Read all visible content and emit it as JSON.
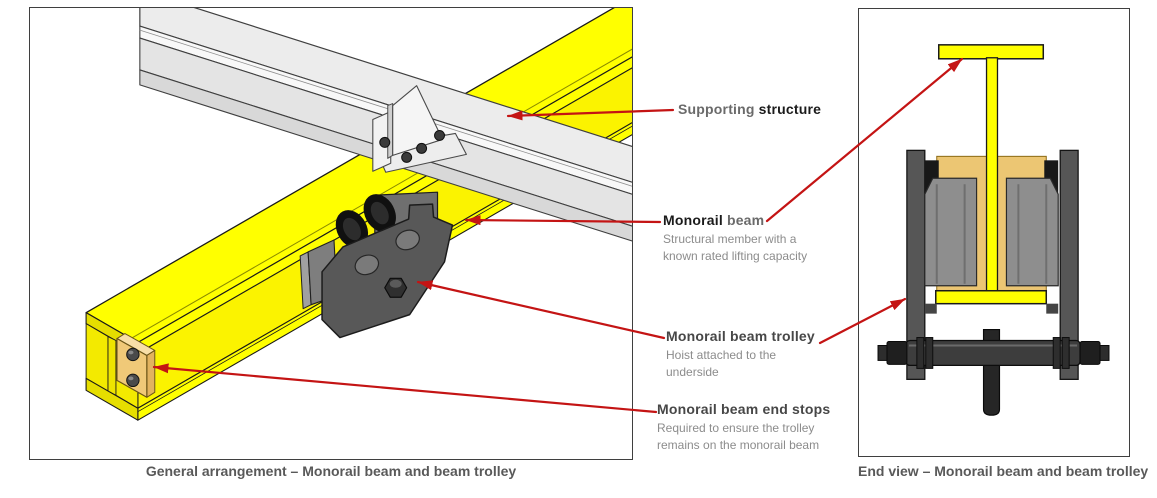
{
  "panels": {
    "left": {
      "caption": "General arrangement – Monorail beam and beam trolley"
    },
    "right": {
      "caption": "End view – Monorail beam and beam trolley"
    }
  },
  "labels": [
    {
      "id": "supporting-structure",
      "title1": "Supporting",
      "title2": "structure",
      "desc": ""
    },
    {
      "id": "monorail-beam",
      "title1": "Monorail",
      "title2": "beam",
      "desc": "Structural member with a known rated lifting capacity"
    },
    {
      "id": "monorail-beam-trolley",
      "title1": "Monorail beam trolley",
      "title2": "",
      "desc": "Hoist attached to the underside"
    },
    {
      "id": "monorail-beam-end-stops",
      "title1": "Monorail beam end stops",
      "title2": "",
      "desc": "Required to ensure the trolley remains on the monorail beam"
    }
  ],
  "colors": {
    "leader_red": "#c41414",
    "beam_yellow": "#ffff00",
    "beam_yellow_shade": "#e6de00",
    "end_stop_tan": "#f0c978",
    "trolley_gray": "#585858",
    "structure_white": "#ececec",
    "caption_gray": "#595959"
  }
}
